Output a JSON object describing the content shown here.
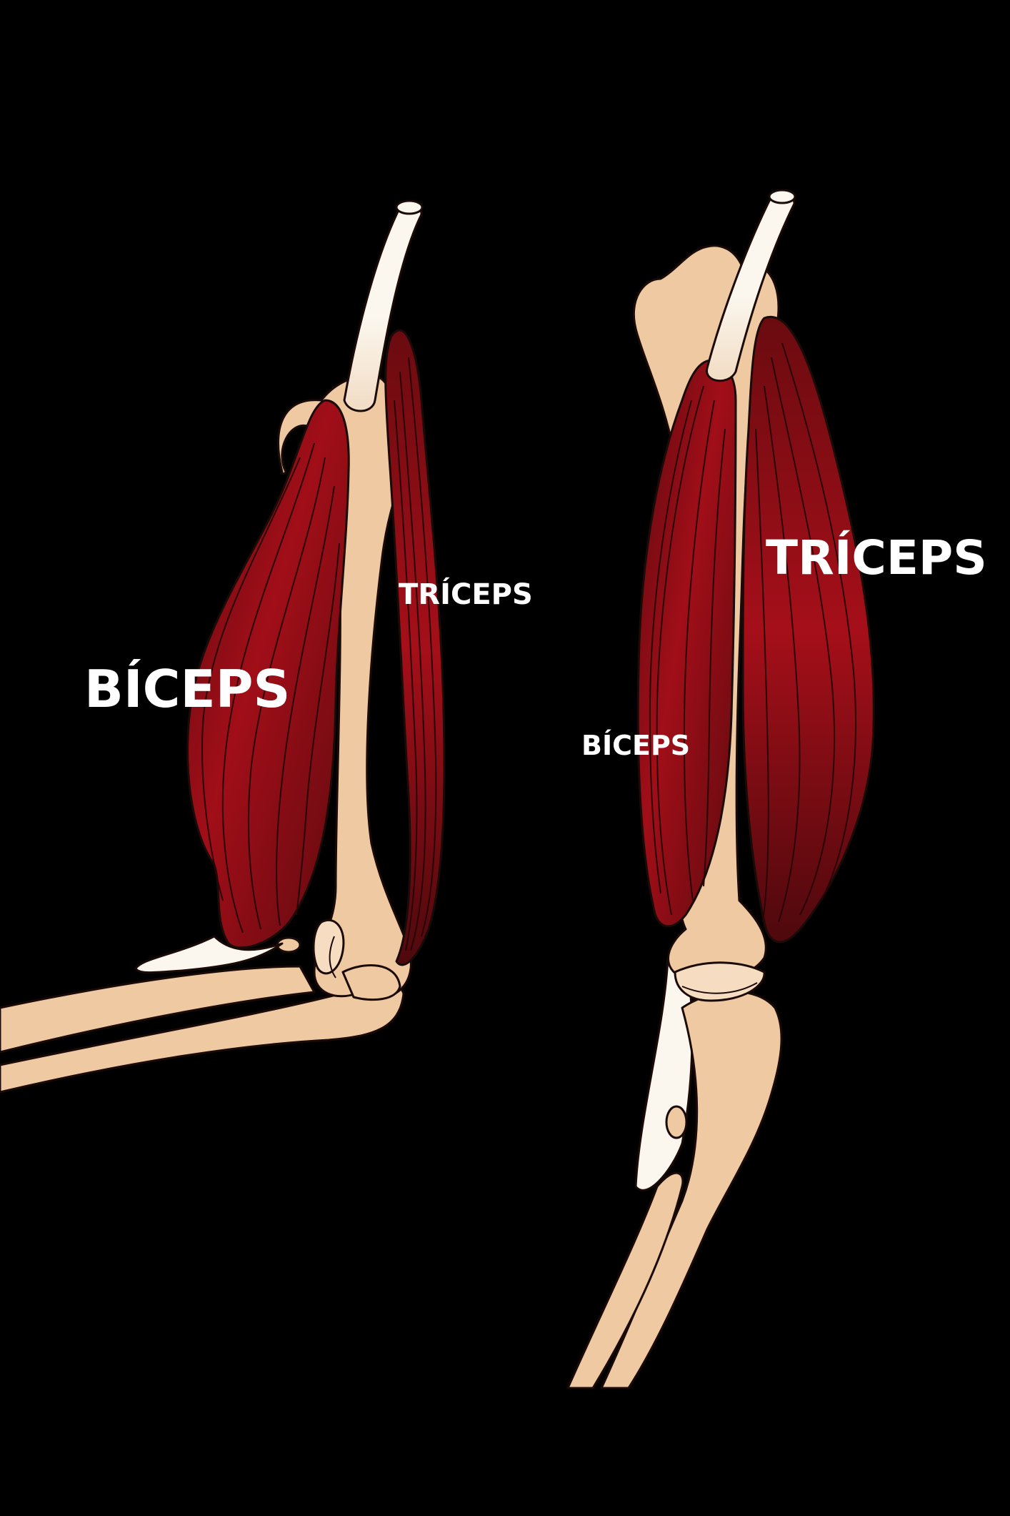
{
  "labels": {
    "flexed": {
      "biceps": "BÍCEPS",
      "triceps": "TRÍCEPS"
    },
    "extended": {
      "biceps": "BÍCEPS",
      "triceps": "TRÍCEPS"
    }
  },
  "colors": {
    "background": "#000000",
    "bone": "#efc9a2",
    "bone_light": "#f6dcc0",
    "tendon": "#fbf7ee",
    "muscle": "#9e0d16",
    "muscle_dark": "#560a0e",
    "outline": "#1a0a08",
    "text": "#ffffff"
  }
}
